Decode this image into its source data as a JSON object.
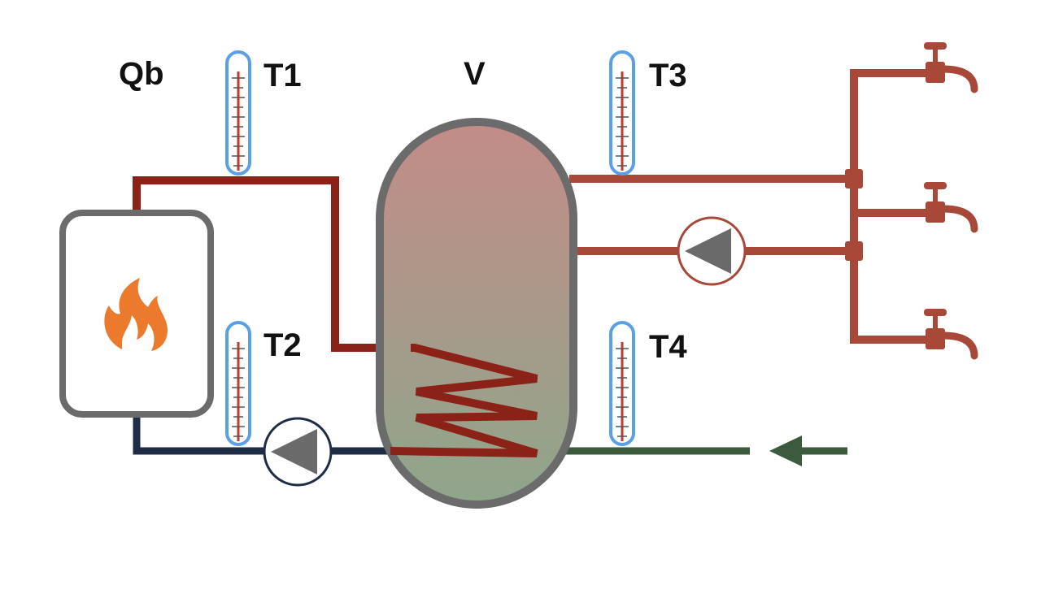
{
  "labels": {
    "boiler_power": "Qb",
    "tank_volume": "V",
    "t1": "T1",
    "t2": "T2",
    "t3": "T3",
    "t4": "T4"
  },
  "icons": {
    "flame": "flame-icon",
    "thermometer": "thermometer-icon",
    "pump": "circulation-pump-icon",
    "tap": "water-tap-icon",
    "arrow": "arrow-left-icon"
  },
  "colors": {
    "primary_circuit": "#8b2217",
    "primary_return": "#1e2d45",
    "hot_water": "#a84838",
    "cold_inlet": "#3b5a3e",
    "thermometer_outline": "#5aa0e6",
    "thermometer_fluid": "#c0392b",
    "flame": "#ec7a2c",
    "equipment_outline": "#6b6b6b"
  }
}
